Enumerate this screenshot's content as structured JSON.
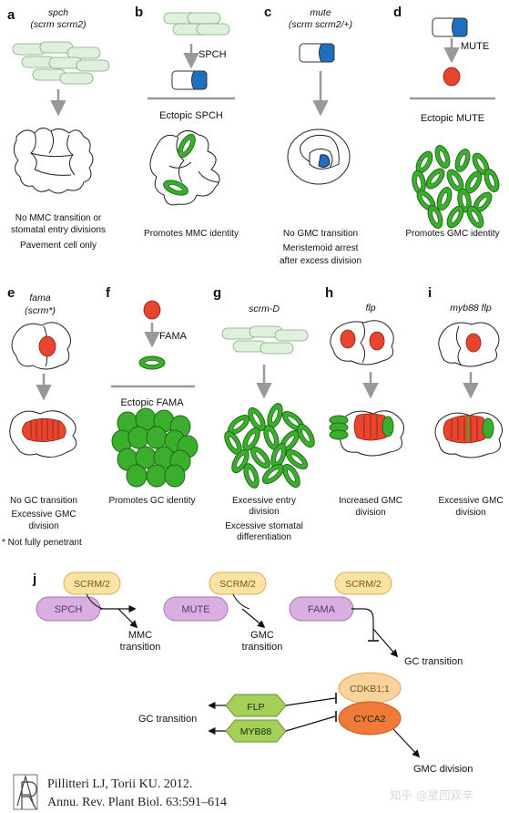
{
  "panels": {
    "a": {
      "letter": "a",
      "geno1": "spch",
      "geno2": "(scrm scrm2)",
      "cap1": "No MMC transition or",
      "cap2": "stomatal entry divisions",
      "cap3": "Pavement cell only"
    },
    "b": {
      "letter": "b",
      "arrow": "SPCH",
      "header": "Ectopic SPCH",
      "cap1": "Promotes MMC identity"
    },
    "c": {
      "letter": "c",
      "geno1": "mute",
      "geno2": "(scrm scrm2/+)",
      "cap1": "No GMC transition",
      "cap2": "Meristemoid arrest",
      "cap3": "after excess division"
    },
    "d": {
      "letter": "d",
      "arrow": "MUTE",
      "header": "Ectopic MUTE",
      "cap1": "Promotes GMC identity"
    },
    "e": {
      "letter": "e",
      "geno1": "fama",
      "geno2": "(scrm*)",
      "cap1": "No GC transition",
      "cap2": "Excessive GMC",
      "cap3": "division",
      "note": "* Not fully penetrant"
    },
    "f": {
      "letter": "f",
      "arrow": "FAMA",
      "header": "Ectopic FAMA",
      "cap1": "Promotes GC identity"
    },
    "g": {
      "letter": "g",
      "geno1": "scrm-D",
      "cap1": "Excessive entry",
      "cap2": "division",
      "cap3": "Excessive stomatal",
      "cap4": "differentiation"
    },
    "h": {
      "letter": "h",
      "geno1": "flp",
      "cap1": "Increased GMC",
      "cap2": "division"
    },
    "i": {
      "letter": "i",
      "geno1": "myb88 flp",
      "cap1": "Excessive GMC",
      "cap2": "division"
    }
  },
  "pathway": {
    "letter": "j",
    "scrm": "SCRM/2",
    "spch": "SPCH",
    "mute": "MUTE",
    "fama": "FAMA",
    "mmc1": "MMC",
    "mmc2": "transition",
    "gmc1": "GMC",
    "gmc2": "transition",
    "gc_transition": "GC transition",
    "cdkb": "CDKB1;1",
    "cyca": "CYCA2",
    "flp": "FLP",
    "myb88": "MYB88",
    "gc_transition_left": "GC transition",
    "gmc_division": "GMC division"
  },
  "citation": {
    "line1": "Pillitteri LJ, Torii KU. 2012.",
    "line2": "Annu. Rev. Plant Biol. 63:591–614"
  },
  "watermark": "知乎 @星回双辛",
  "colors": {
    "stomata_green": "#3cae2e",
    "meristemoid_blue": "#1f6fc1",
    "nucleus_red": "#e8452e",
    "protoderm_green": "#dff0dc",
    "spch_purple": "#d9aee0",
    "scrm_yellow": "#fde2a3",
    "cdkb_peach": "#fad39a",
    "cyca_orange": "#ef7a3a",
    "flp_green": "#a4cf58"
  }
}
